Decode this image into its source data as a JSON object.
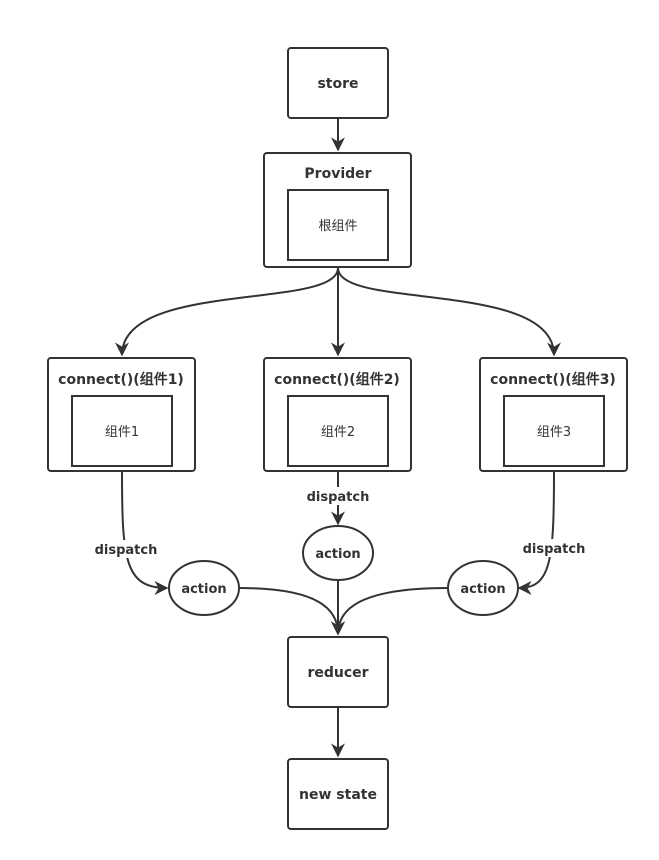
{
  "nodes": {
    "store": "store",
    "provider": "Provider",
    "root_component": "根组件",
    "connect_1": "connect()(组件1)",
    "component_1": "组件1",
    "connect_2": "connect()(组件2)",
    "component_2": "组件2",
    "connect_3": "connect()(组件3)",
    "component_3": "组件3",
    "action_1": "action",
    "action_2": "action",
    "action_3": "action",
    "reducer": "reducer",
    "new_state": "new state"
  },
  "edge_labels": {
    "dispatch_1": "dispatch",
    "dispatch_2": "dispatch",
    "dispatch_3": "dispatch"
  },
  "colors": {
    "stroke": "#333333",
    "fill": "#ffffff",
    "text": "#333333"
  }
}
